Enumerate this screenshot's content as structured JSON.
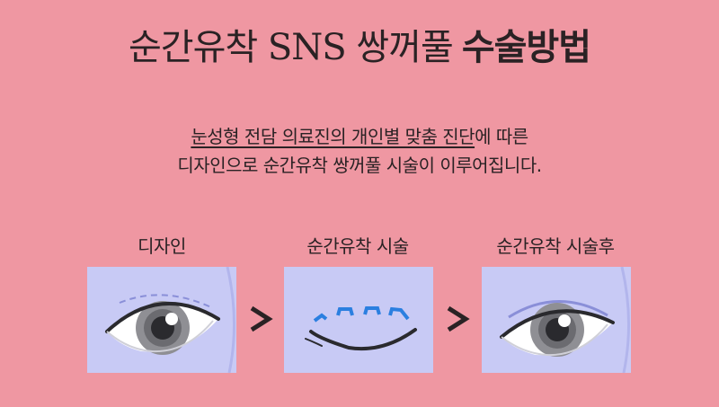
{
  "title": {
    "light": "순간유착 SNS 쌍꺼풀",
    "bold": "수술방법"
  },
  "description": {
    "underlined": "눈성형 전담 의료진의 개인별 맞춤 진단",
    "line1_rest": "에 따른",
    "line2": "디자인으로 순간유착 쌍꺼풀 시술이 이루어집니다."
  },
  "steps": [
    {
      "label": "디자인",
      "icon": "eye-design-dashed-line-icon"
    },
    {
      "label": "순간유착 시술",
      "icon": "eyelid-suture-icon"
    },
    {
      "label": "순간유착 시술후",
      "icon": "eye-double-eyelid-icon"
    }
  ],
  "colors": {
    "background": "#ef97a2",
    "panel": "#c8caf5",
    "suture": "#2b7fe0",
    "arrow": "#2a2224"
  }
}
